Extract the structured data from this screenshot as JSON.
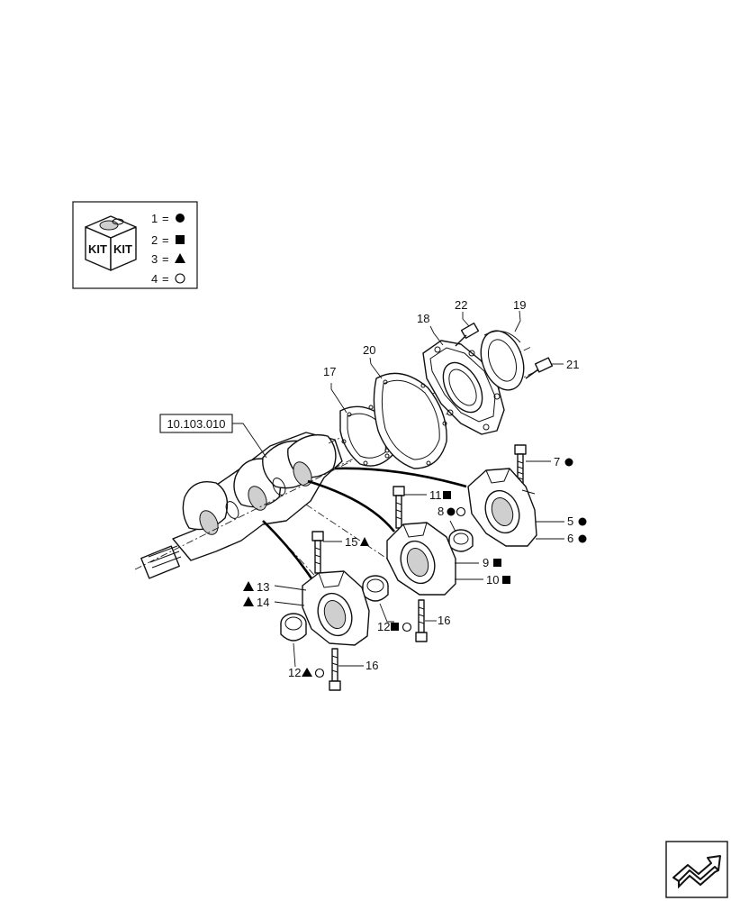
{
  "legend": {
    "kit_text": "KIT",
    "entries": [
      {
        "num": "1",
        "symbol": "filled-circle"
      },
      {
        "num": "2",
        "symbol": "filled-square"
      },
      {
        "num": "3",
        "symbol": "filled-triangle"
      },
      {
        "num": "4",
        "symbol": "open-circle"
      }
    ]
  },
  "ref_label": "10.103.010",
  "callouts": {
    "c17": "17",
    "c18": "18",
    "c19": "19",
    "c20": "20",
    "c21": "21",
    "c22": "22",
    "c7": "7",
    "c5": "5",
    "c6": "6",
    "c11": "11",
    "c8": "8",
    "c9": "9",
    "c10": "10",
    "c15": "15",
    "c13": "13",
    "c14": "14",
    "c12a": "12",
    "c16a": "16",
    "c12b": "12",
    "c16b": "16"
  },
  "icons": {
    "kit": "kit-box-icon",
    "nav": "next-page-arrow-icon"
  }
}
